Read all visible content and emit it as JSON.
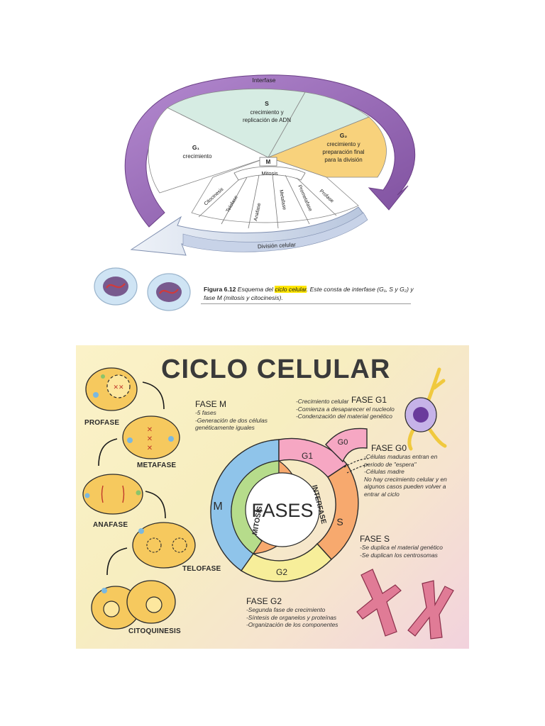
{
  "top_figure": {
    "outer_label": "Interfase",
    "s_title": "S",
    "s_text": [
      "crecimiento y",
      "replicación de ADN"
    ],
    "g1_title": "G₁",
    "g1_text": "crecimiento",
    "g2_title": "G₂",
    "g2_text": [
      "crecimiento y",
      "preparación final",
      "para la división"
    ],
    "m_label": "M",
    "mitosis_label": "Mitosis",
    "phases": [
      "Citocinesis",
      "Telofase",
      "Anafase",
      "Metafase",
      "Prometafase",
      "Profase"
    ],
    "arrow_label": "División celular",
    "caption": {
      "figure_number": "Figura 6.12",
      "pre": "Esquema del ",
      "highlight": "ciclo celular",
      "post": ". Este consta de interfase (G₁, S y G₂) y fase M (mitosis y citocinesis)."
    }
  },
  "poster": {
    "title": "CICLO CELULAR",
    "center": "FASES",
    "ring_labels": {
      "m": "M",
      "g1": "G1",
      "g0": "G0",
      "s": "S",
      "g2": "G2",
      "mitosis": "MITOSIS",
      "interfase": "INTERFASE"
    },
    "stages": [
      "PROFASE",
      "METAFASE",
      "ANAFASE",
      "TELOFASE",
      "CITOQUINESIS"
    ],
    "fase_m": {
      "title": "FASE M",
      "notes": [
        "-5 fases",
        "-Generación de dos células",
        "genéticamente iguales"
      ]
    },
    "fase_g1": {
      "title": "FASE G1",
      "notes": [
        "-Crecimiento celular",
        "-Comienza a desaparecer el nucleolo",
        "-Condenzación del material genético"
      ]
    },
    "fase_g0": {
      "title": "FASE G0",
      "notes": [
        "-Células maduras entran en",
        "periodo de \"espera\"",
        "-Células madre",
        "No hay crecimiento celular y en",
        "algunos casos pueden volver a",
        "entrar al ciclo"
      ]
    },
    "fase_s": {
      "title": "FASE S",
      "notes": [
        "-Se duplica el material genético",
        "-Se duplican los centrosomas"
      ]
    },
    "fase_g2": {
      "title": "FASE G2",
      "notes": [
        "-Segunda fase de crecimiento",
        "-Síntesis de organelos y proteínas",
        "-Organización de los componentes"
      ]
    }
  },
  "colors": {
    "purple_arrow": "#9b6fb8",
    "s_sector": "#d6ece3",
    "g2_sector": "#f8d27c",
    "ring_blue": "#8fc4ea",
    "ring_pink": "#f6a7c3",
    "ring_orange": "#f7a96e",
    "ring_yellow": "#f7ee9a",
    "inner_green": "#b6dc8b",
    "chromosome": "#e07b96"
  }
}
